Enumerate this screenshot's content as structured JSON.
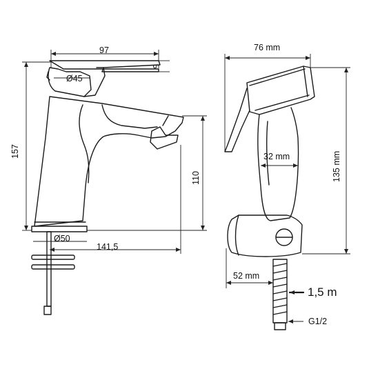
{
  "faucet": {
    "lever_length": "97",
    "lever_thickness": "5",
    "cartridge_diameter": "Ø45",
    "total_height": "157",
    "spout_height": "110",
    "base_diameter": "Ø50",
    "reach": "141,5"
  },
  "shower": {
    "head_width": "76 mm",
    "handle_diameter": "32 mm",
    "length": "135 mm",
    "holder_width": "52 mm",
    "hose_length": "1,5 m",
    "thread": "G1/2"
  },
  "colors": {
    "line": "#1a1a1a",
    "background": "#ffffff"
  }
}
